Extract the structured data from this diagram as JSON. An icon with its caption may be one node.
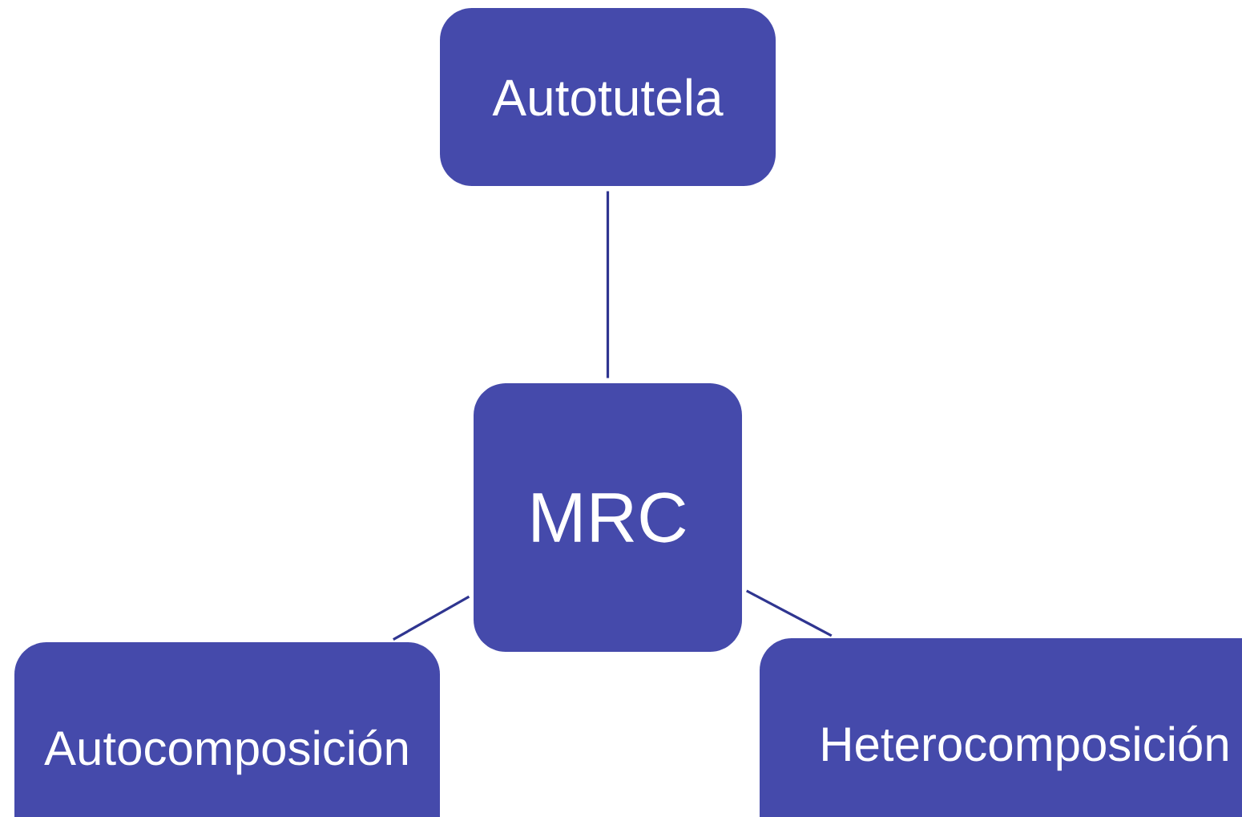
{
  "diagram": {
    "nodes": [
      {
        "text": [
          "Autotutela"
        ]
      },
      {
        "text": [
          "MRC"
        ]
      },
      {
        "text": [
          "Autocomposición"
        ]
      },
      {
        "text": [
          "Heterocomposición"
        ]
      }
    ],
    "edges": [
      {
        "from": 1,
        "to": 0,
        "arrow": "none"
      },
      {
        "from": 1,
        "to": 2,
        "arrow": "none"
      },
      {
        "from": 1,
        "to": 3,
        "arrow": "none"
      }
    ]
  }
}
